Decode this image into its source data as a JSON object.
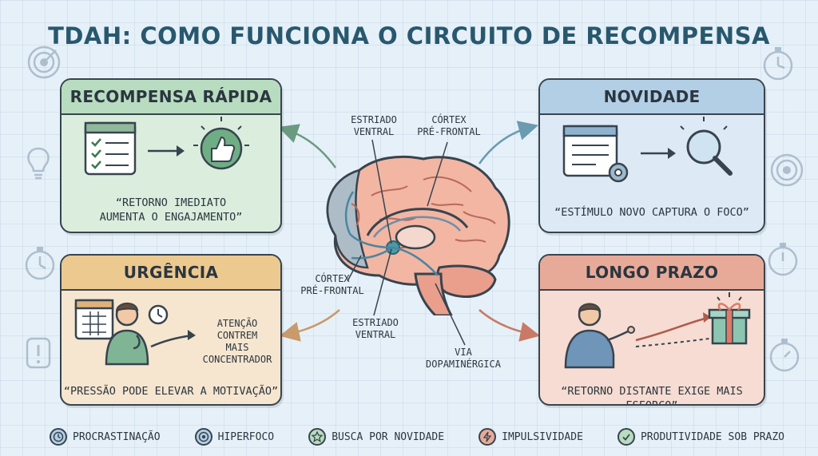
{
  "title": "TDAH: COMO FUNCIONA O CIRCUITO DE RECOMPENSA",
  "cards": {
    "rapida": {
      "title": "RECOMPENSA RÁPIDA",
      "quote_line1": "“RETORNO IMEDIATO",
      "quote_line2": "AUMENTA O ENGAJAMENTO”",
      "color": "#b8dcbf"
    },
    "novidade": {
      "title": "NOVIDADE",
      "quote": "“ESTÍMULO NOVO CAPTURA O FOCO”",
      "color": "#b3cfe5"
    },
    "urgencia": {
      "title": "URGÊNCIA",
      "text_line1": "ATENÇÃO",
      "text_line2": "CONTREM",
      "text_line3": "MAIS",
      "text_line4": "CONCENTRADOR",
      "quote": "“PRESSÃO PODE ELEVAR A MOTIVAÇÃO”",
      "color": "#ecc98f"
    },
    "longo": {
      "title": "LONGO PRAZO",
      "quote": "“RETORNO DISTANTE EXIGE MAIS ESFORÇO”",
      "color": "#e8aa98"
    }
  },
  "brain": {
    "labels": {
      "estriado_top_1": "ESTRIADO",
      "estriado_top_2": "VENTRAL",
      "cortex_top_1": "CÓRTEX",
      "cortex_top_2": "PRÉ-FRONTAL",
      "cortex_left_1": "CÓRTEX",
      "cortex_left_2": "PRÉ-FRONTAL",
      "estriado_bottom_1": "ESTRIADO",
      "estriado_bottom_2": "VENTRAL",
      "via_1": "VIA",
      "via_2": "DOPAMINÉRGICA"
    }
  },
  "legend": [
    {
      "label": "PROCRASTINAÇÃO",
      "icon": "clock-icon",
      "color": "#b3cfe5"
    },
    {
      "label": "HIPERFOCO",
      "icon": "target-icon",
      "color": "#b3cfe5"
    },
    {
      "label": "BUSCA POR NOVIDADE",
      "icon": "star-icon",
      "color": "#b8dcbf"
    },
    {
      "label": "IMPULSIVIDADE",
      "icon": "lightning-icon",
      "color": "#e8aa98"
    },
    {
      "label": "PRODUTIVIDADE SOB PRAZO",
      "icon": "check-icon",
      "color": "#b8dcbf"
    }
  ]
}
